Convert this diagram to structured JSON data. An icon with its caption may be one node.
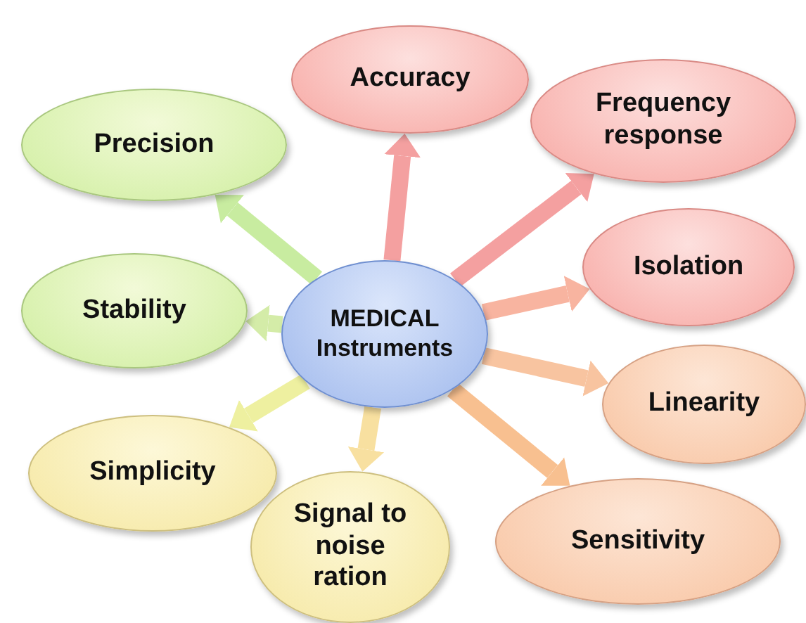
{
  "diagram": {
    "nodes": [
      {
        "text": [
          "MEDICAL Instruments"
        ]
      },
      {
        "text": [
          "Accuracy"
        ]
      },
      {
        "text": [
          "Frequency response"
        ]
      },
      {
        "text": [
          "Precision"
        ]
      },
      {
        "text": [
          "Isolation"
        ]
      },
      {
        "text": [
          "Stability"
        ]
      },
      {
        "text": [
          "Linearity"
        ]
      },
      {
        "text": [
          "Simplicity"
        ]
      },
      {
        "text": [
          "Signal to noise ration"
        ]
      },
      {
        "text": [
          "Sensitivity"
        ]
      }
    ],
    "edges": [
      {
        "from": 0,
        "to": 1,
        "arrow": "to",
        "color": "#f4a0a0"
      },
      {
        "from": 0,
        "to": 2,
        "arrow": "to",
        "color": "#f4a0a0"
      },
      {
        "from": 0,
        "to": 3,
        "arrow": "to",
        "color": "#c8eca0"
      },
      {
        "from": 0,
        "to": 4,
        "arrow": "to",
        "color": "#f8b4a0"
      },
      {
        "from": 0,
        "to": 5,
        "arrow": "to",
        "color": "#d4eca8"
      },
      {
        "from": 0,
        "to": 6,
        "arrow": "to",
        "color": "#f8c4a0"
      },
      {
        "from": 0,
        "to": 7,
        "arrow": "to",
        "color": "#eef0a0"
      },
      {
        "from": 0,
        "to": 8,
        "arrow": "to",
        "color": "#f8e0a0"
      },
      {
        "from": 0,
        "to": 9,
        "arrow": "to",
        "color": "#f8c090"
      }
    ]
  }
}
